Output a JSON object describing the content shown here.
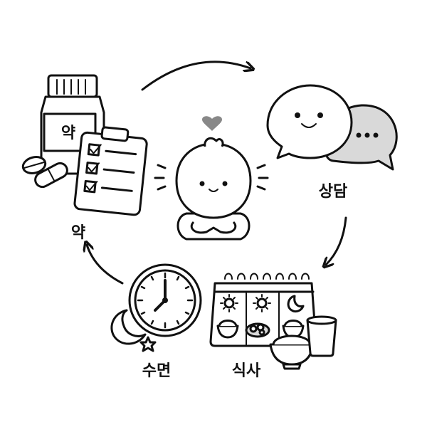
{
  "labels": {
    "medicine": "약",
    "counseling": "상담",
    "meal": "식사",
    "sleep": "수면"
  },
  "bottle_label": "약",
  "colors": {
    "ink": "#111111",
    "heart": "#888888",
    "fill_gray": "#d9d9d9"
  },
  "icons": [
    "medicine-bottle-icon",
    "pills-icon",
    "checklist-icon",
    "speech-bubbles-icon",
    "calendar-icon",
    "clock-icon",
    "moon-icon",
    "star-icon",
    "rice-bowl-icon",
    "cup-icon",
    "heart-icon",
    "character-icon",
    "cycle-arrow-icon"
  ]
}
